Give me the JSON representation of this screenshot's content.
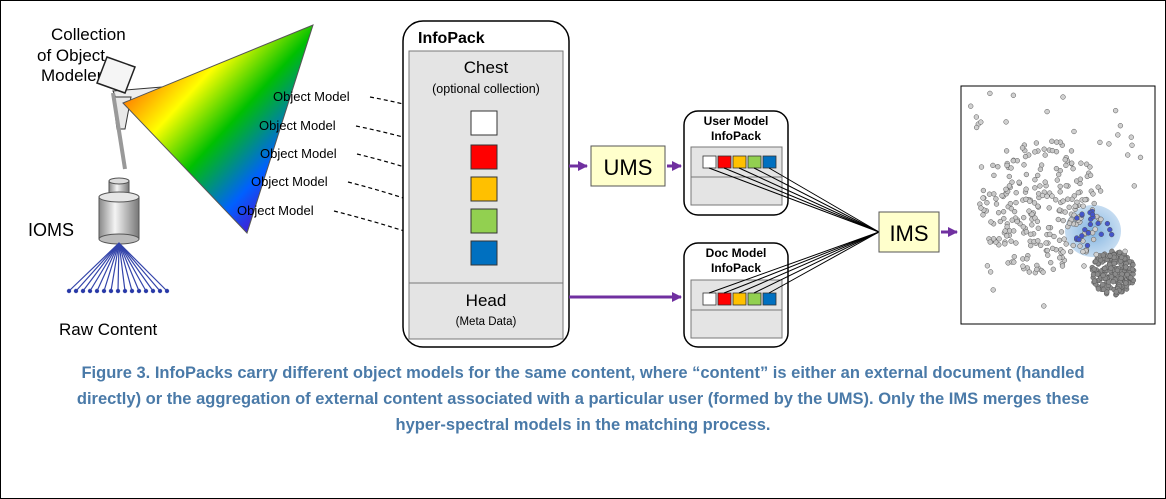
{
  "colors": {
    "arrow_purple": "#7030a0",
    "white_box": "#ffffff",
    "red_box": "#ff0000",
    "yellow_box": "#ffc000",
    "green_box": "#92d050",
    "blue_box": "#0070c0",
    "ims_fill": "#ffffcc",
    "caption": "#4a7aa8"
  },
  "left": {
    "modelers_label_1": "Collection",
    "modelers_label_2": "of Object",
    "modelers_label_3": "Modelers",
    "ioms_label": "IOMS",
    "raw_content_label": "Raw Content"
  },
  "object_models": [
    "Object Model",
    "Object Model",
    "Object Model",
    "Object Model",
    "Object Model"
  ],
  "infopack": {
    "title": "InfoPack",
    "chest_title": "Chest",
    "chest_subtitle": "(optional collection)",
    "head_title": "Head",
    "head_subtitle": "(Meta Data)"
  },
  "ums_label": "UMS",
  "ims_label": "IMS",
  "user_model": {
    "title_1": "User Model",
    "title_2": "InfoPack"
  },
  "doc_model": {
    "title_1": "Doc Model",
    "title_2": "InfoPack"
  },
  "caption": {
    "line1": "Figure 3. InfoPacks carry different object models for the same content, where “content” is either an external document (handled",
    "line2": "directly) or the aggregation of external content associated with a particular user (formed by the UMS). Only the IMS merges these",
    "line3": "hyper-spectral models in the matching process."
  }
}
